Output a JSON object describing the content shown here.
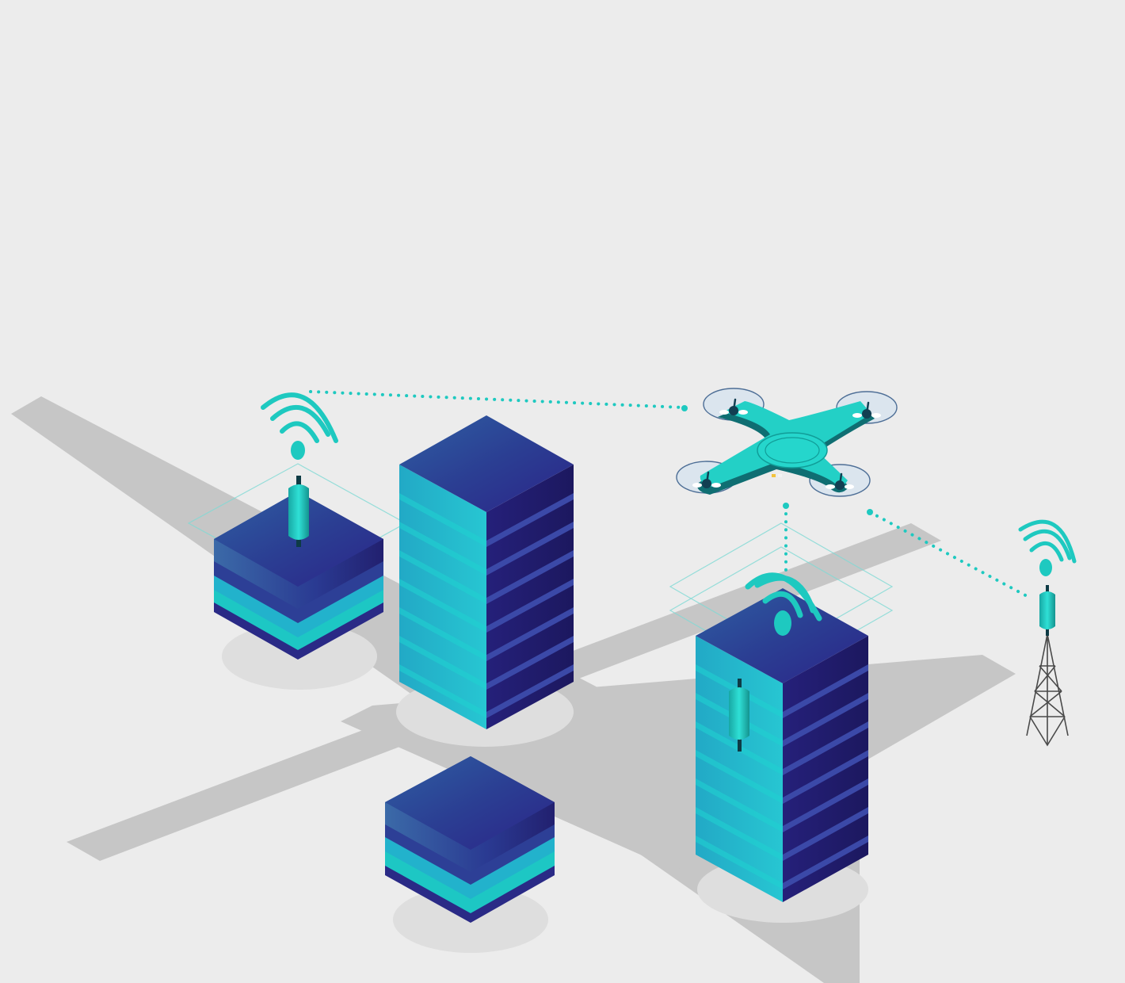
{
  "scene": {
    "background_color": "#ececec",
    "road_color": "#c6c6c6",
    "accent_color": "#1ec9c0",
    "building_top_color": "#2c2a8a",
    "building_side_color": "#1f1d6b",
    "building_glass_color": "#22b5cc",
    "elements": [
      {
        "name": "street-grid",
        "icon": "road-icon"
      },
      {
        "name": "small-building-antenna",
        "icon": "building-icon"
      },
      {
        "name": "tall-building-left",
        "icon": "building-icon"
      },
      {
        "name": "small-building-bottom",
        "icon": "building-icon"
      },
      {
        "name": "tall-building-right",
        "icon": "building-icon"
      },
      {
        "name": "quadcopter-drone",
        "icon": "drone-icon"
      },
      {
        "name": "cell-tower",
        "icon": "tower-icon"
      },
      {
        "name": "wifi-signals",
        "icon": "wifi-icon"
      },
      {
        "name": "data-links",
        "icon": "dotted-line-icon"
      }
    ]
  }
}
